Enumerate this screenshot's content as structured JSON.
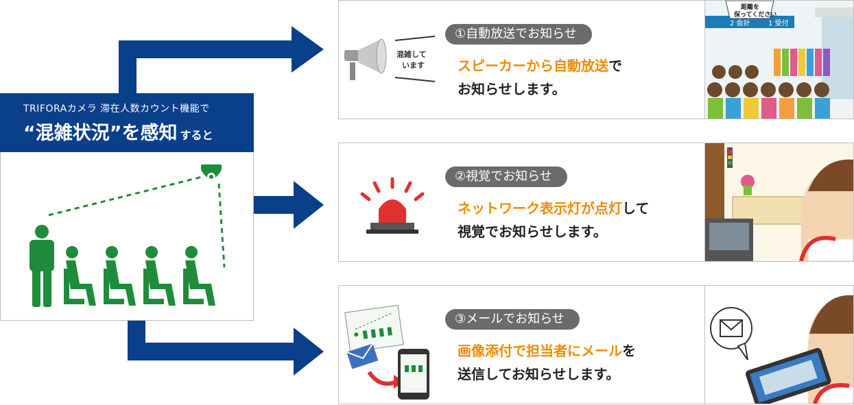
{
  "header": {
    "line1": "TRIFORAカメラ 滞在人数カウント機能で",
    "line2_main": "“混雑状況”を感知",
    "line2_suffix": "すると"
  },
  "panels": [
    {
      "pill": "①自動放送でお知らせ",
      "desc_orange": "スピーカーから自動放送",
      "desc_after": "で",
      "desc_line2": "お知らせします。",
      "speech": "混雑して\nいます",
      "photo_sign_line1": "距離を",
      "photo_sign_line2": "保ってください",
      "photo_counter1": "2 会計",
      "photo_counter2": "1 受付",
      "icon": "speaker-icon"
    },
    {
      "pill": "②視覚でお知らせ",
      "desc_orange": "ネットワーク表示灯が点灯",
      "desc_after": "して",
      "desc_line2": "視覚でお知らせします。",
      "icon": "warning-light-icon"
    },
    {
      "pill": "③メールでお知らせ",
      "desc_orange": "画像添付で担当者にメール",
      "desc_after": "を",
      "desc_line2": "送信してお知らせします。",
      "icon": "email-icon"
    }
  ],
  "colors": {
    "navy": "#0a3f8a",
    "green": "#1e8c3a",
    "orange": "#f08a00",
    "pill_gray": "#6b6b6b",
    "alert_red": "#e03030"
  }
}
